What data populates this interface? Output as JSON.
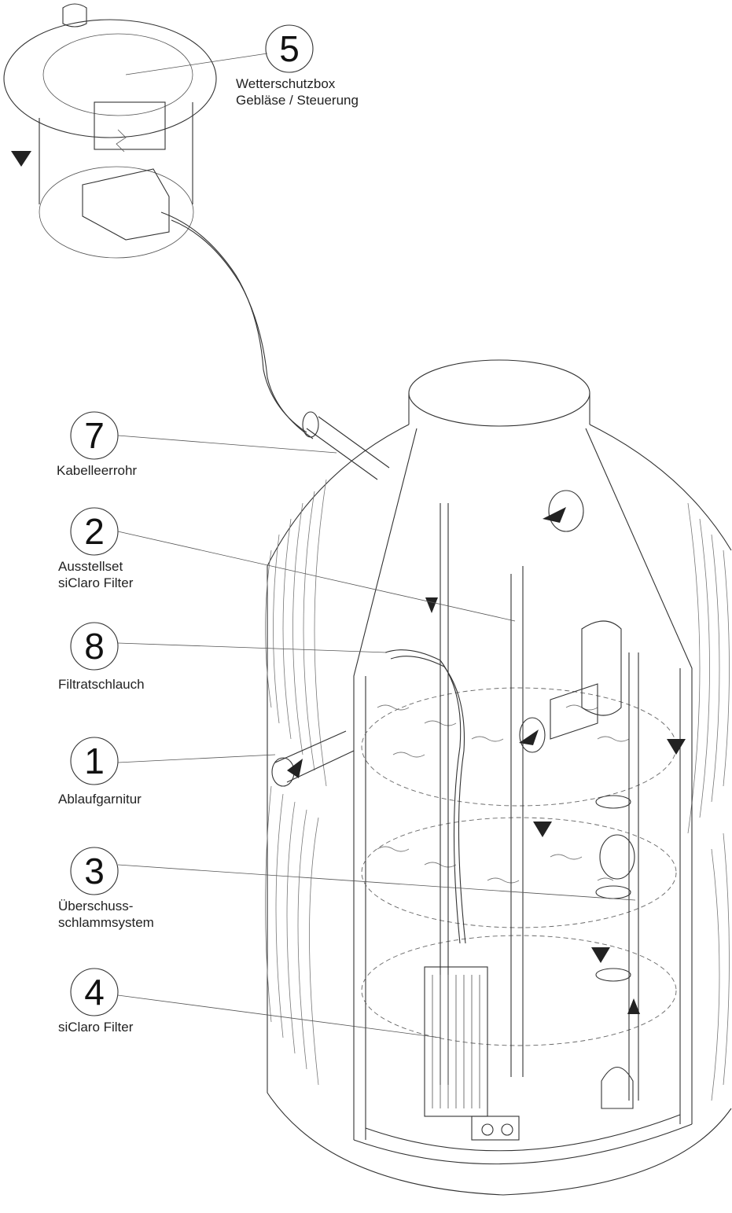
{
  "callouts": [
    {
      "number": "5",
      "lines": [
        "Wetterschutzbox",
        "Gebläse / Steuerung"
      ]
    },
    {
      "number": "7",
      "lines": [
        "Kabelleerrohr"
      ]
    },
    {
      "number": "2",
      "lines": [
        "Ausstellset",
        "siClaro Filter"
      ]
    },
    {
      "number": "8",
      "lines": [
        "Filtratschlauch"
      ]
    },
    {
      "number": "1",
      "lines": [
        "Ablaufgarnitur"
      ]
    },
    {
      "number": "3",
      "lines": [
        "Überschuss-",
        "schlammsystem"
      ]
    },
    {
      "number": "4",
      "lines": [
        "siClaro Filter"
      ]
    }
  ],
  "colors": {
    "line": "#333333",
    "text": "#222222",
    "background": "#ffffff"
  }
}
